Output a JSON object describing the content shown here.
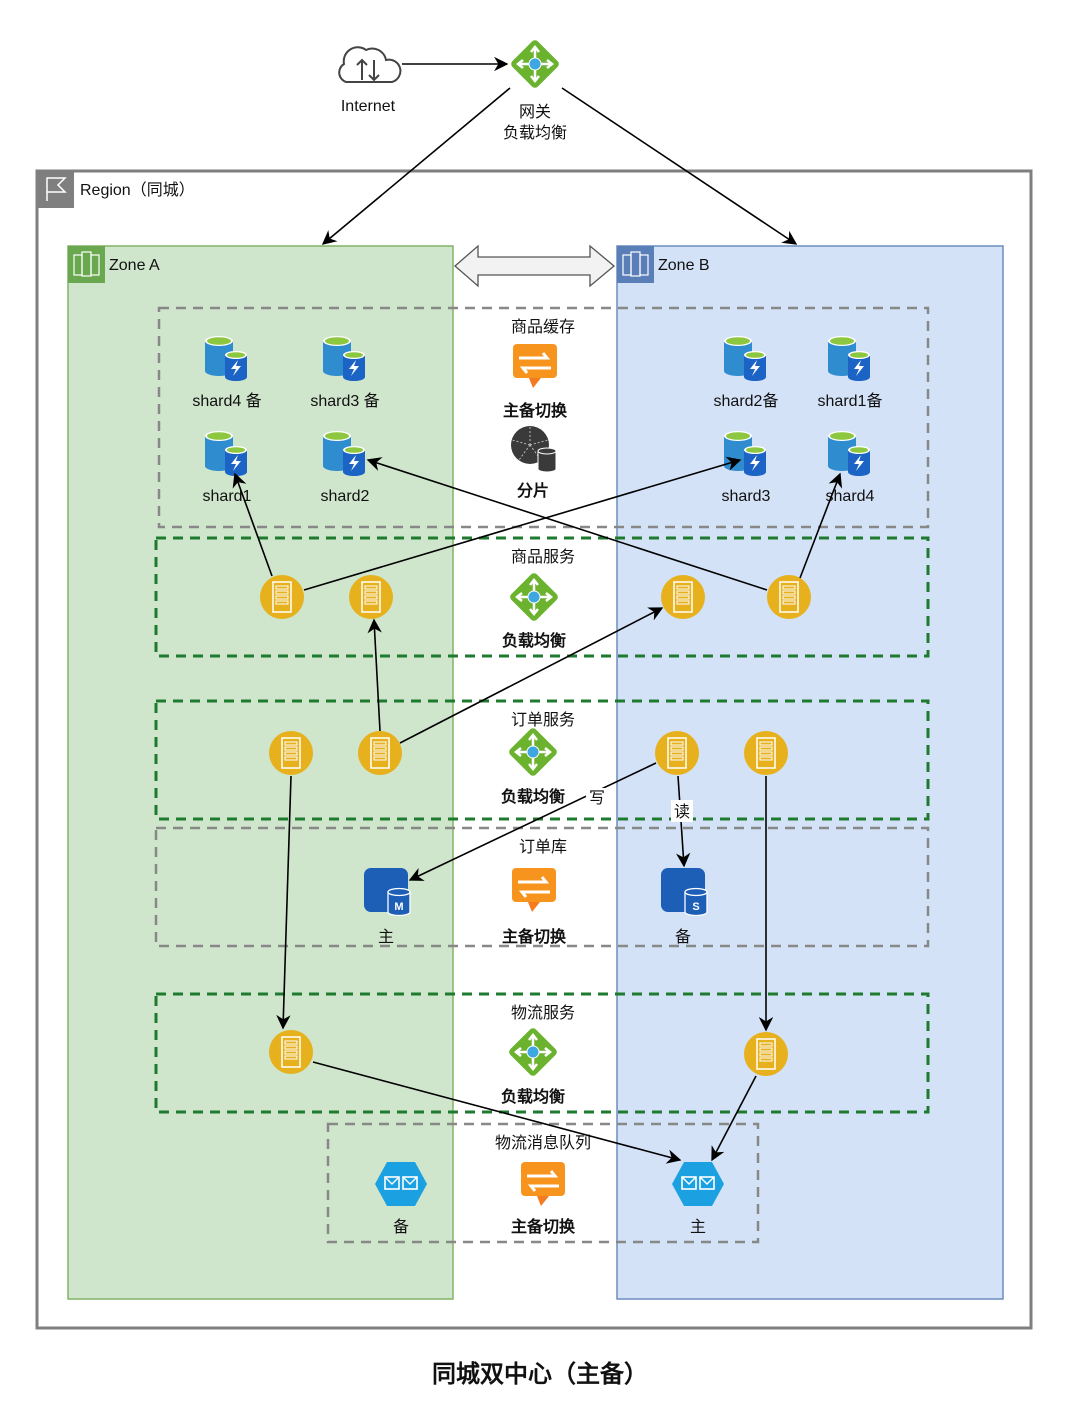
{
  "title": "同城双中心（主备）",
  "top": {
    "internet_label": "Internet",
    "gateway_label_line1": "网关",
    "gateway_label_line2": "负载均衡"
  },
  "region": {
    "label": "Region（同城）"
  },
  "zones": {
    "a": {
      "label": "Zone A",
      "color": "#cfe6cc",
      "border": "#82b366",
      "header": "#6aa84f"
    },
    "b": {
      "label": "Zone B",
      "color": "#d4e2f7",
      "border": "#6c8ebf",
      "header": "#5a7fb8"
    }
  },
  "colors": {
    "service_node": "#e6b11d",
    "service_border": "#1e7a2e",
    "storage_border": "#888888",
    "switch_orange": "#f47b20",
    "lb_green": "#6bb32e",
    "queue_blue": "#1ba1e2",
    "db_blue": "#1d5fb6"
  },
  "groups": {
    "cache": {
      "label": "商品缓存",
      "switch_label": "主备切换",
      "sharding_label": "分片",
      "zone_a_shards": [
        "shard4 备",
        "shard3 备",
        "shard1",
        "shard2"
      ],
      "zone_b_shards": [
        "shard2备",
        "shard1备",
        "shard3",
        "shard4"
      ]
    },
    "product_service": {
      "label": "商品服务",
      "lb_label": "负载均衡"
    },
    "order_service": {
      "label": "订单服务",
      "lb_label": "负载均衡",
      "write_label": "写",
      "read_label": "读"
    },
    "order_db": {
      "label": "订单库",
      "switch_label": "主备切换",
      "master_label": "主",
      "slave_label": "备",
      "master_badge": "M",
      "slave_badge": "S"
    },
    "logistics_service": {
      "label": "物流服务",
      "lb_label": "负载均衡"
    },
    "logistics_mq": {
      "label": "物流消息队列",
      "switch_label": "主备切换",
      "standby_label": "备",
      "primary_label": "主"
    }
  }
}
